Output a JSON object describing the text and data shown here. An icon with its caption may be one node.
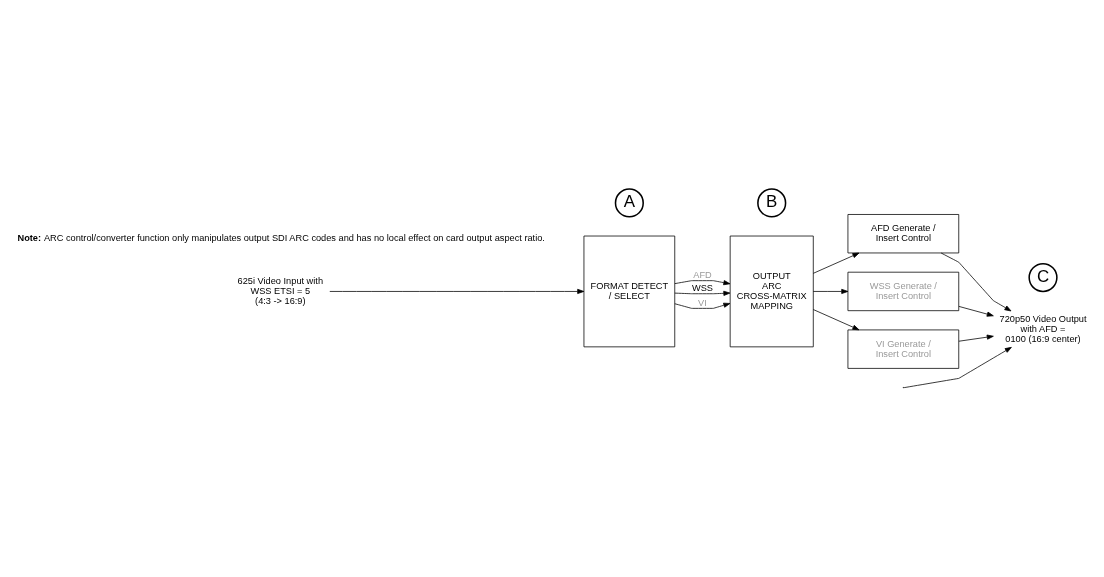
{
  "diagram": {
    "nodes": [
      {
        "text": [
          "625i Video Input with WSS ETSI = 5 (4:3 -> 16:9)"
        ]
      },
      {
        "text": [
          "A"
        ]
      },
      {
        "text": [
          "FORMAT DETECT / SELECT"
        ]
      },
      {
        "text": [
          "B"
        ]
      },
      {
        "text": [
          "OUTPUT ARC CROSS-MATRIX MAPPING"
        ]
      },
      {
        "text": [
          "AFD Generate / Insert Control"
        ]
      },
      {
        "text": [
          "C"
        ]
      },
      {
        "text": [
          "WSS Generate / Insert Control"
        ]
      },
      {
        "text": [
          "VI Generate / Insert Control"
        ]
      },
      {
        "text": [
          "720p50 Video Output with AFD = 0100 (16:9 center)"
        ]
      }
    ],
    "edges": [
      {
        "from": 0,
        "to": 2,
        "arrow": "to"
      },
      {
        "from": 2,
        "to": 4,
        "arrow": "to",
        "label": "AFD"
      },
      {
        "from": 2,
        "to": 4,
        "arrow": "to",
        "label": "WSS"
      },
      {
        "from": 2,
        "to": 4,
        "arrow": "to",
        "label": "VI"
      },
      {
        "from": 4,
        "to": 5,
        "arrow": "to"
      },
      {
        "from": 4,
        "to": 7,
        "arrow": "to"
      },
      {
        "from": 4,
        "to": 8,
        "arrow": "to"
      },
      {
        "from": 5,
        "to": 9,
        "arrow": "to"
      },
      {
        "from": 7,
        "to": 9,
        "arrow": "to"
      },
      {
        "from": 8,
        "to": 9,
        "arrow": "to"
      },
      {
        "from": null,
        "to": 9,
        "arrow": "to"
      }
    ],
    "labels": [
      "**Note:** ARC control/converter function only manipulates output SDI ARC codes and has no local effect on card output aspect ratio."
    ]
  }
}
